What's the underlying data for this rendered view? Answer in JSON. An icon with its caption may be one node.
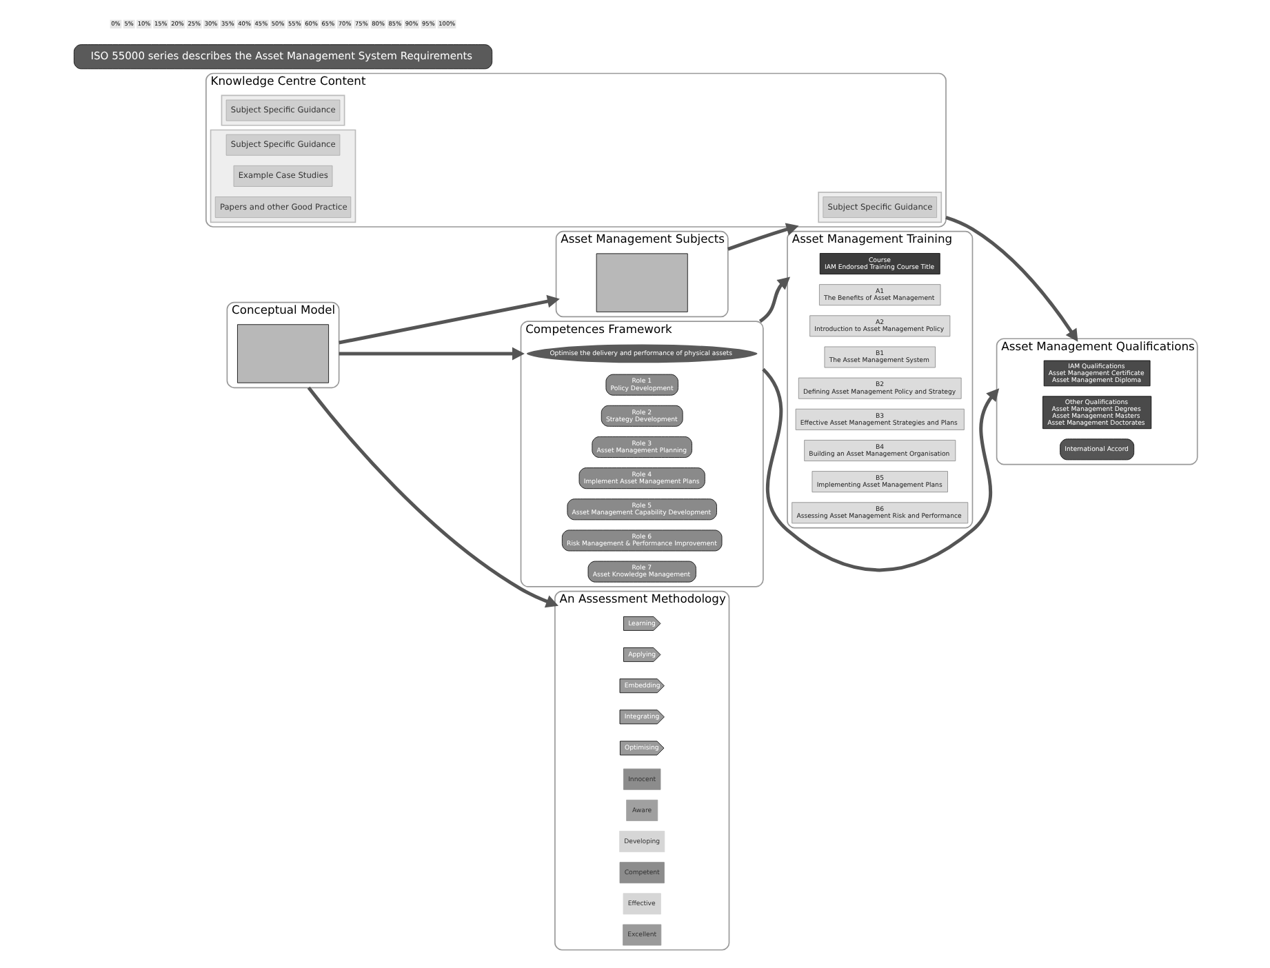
{
  "diagram": {
    "nodes": [
      {
        "text": [
          "Competences Framework"
        ]
      },
      {
        "text": [
          "Optimise the delivery and performance of physical assets"
        ],
        "in": 0
      },
      {
        "text": [
          "Role 1",
          "Policy Development"
        ],
        "in": 0
      },
      {
        "text": [
          "Role 2",
          "Strategy Development"
        ],
        "in": 0
      },
      {
        "text": [
          "Role 3",
          "Asset Management Planning"
        ],
        "in": 0
      },
      {
        "text": [
          "Role 4",
          "Implement Asset Management Plans"
        ],
        "in": 0
      },
      {
        "text": [
          "Role 5",
          "Asset Management Capability Development"
        ],
        "in": 0
      },
      {
        "text": [
          "Role 6",
          "Risk Management & Performance Improvement"
        ],
        "in": 0
      },
      {
        "text": [
          "Role 7",
          "Asset Knowledge Management"
        ],
        "in": 0
      },
      {
        "text": [
          "Asset Management Training"
        ]
      },
      {
        "text": [
          "Course",
          "IAM Endorsed Training Course Title"
        ],
        "in": 9
      },
      {
        "text": [
          "A1",
          "The Benefits of Asset Management"
        ],
        "in": 9
      },
      {
        "text": [
          "A2",
          "Introduction to Asset Management Policy"
        ],
        "in": 9
      },
      {
        "text": [
          "B1",
          "The Asset Management System"
        ],
        "in": 9
      },
      {
        "text": [
          "B2",
          "Defining Asset Management Policy and Strategy"
        ],
        "in": 9
      },
      {
        "text": [
          "B3",
          "Effective Asset Management Strategies and Plans"
        ],
        "in": 9
      },
      {
        "text": [
          "B4",
          "Building an Asset Management Organisation"
        ],
        "in": 9
      },
      {
        "text": [
          "B5",
          "Implementing Asset Management Plans"
        ],
        "in": 9
      },
      {
        "text": [
          "B6",
          "Assessing Asset Management Risk and Performance"
        ],
        "in": 9
      },
      {
        "text": [
          "Asset Management Qualifications"
        ]
      },
      {
        "text": [
          "IAM Qualifications",
          "Asset Management Certificate",
          "Asset Management Diploma"
        ],
        "in": 19
      },
      {
        "text": [
          "Other Qualifications",
          "Asset Management Degrees",
          "Asset Management Masters",
          "Asset Management Doctorates"
        ],
        "in": 19
      },
      {
        "text": [
          "International Accord"
        ],
        "in": 19
      },
      {
        "text": [
          "Conceptual Model"
        ]
      },
      {
        "text": [],
        "shape": "box",
        "in": 23
      },
      {
        "text": [
          "Asset Management Subjects"
        ]
      },
      {
        "text": [],
        "shape": "box",
        "in": 25
      },
      {
        "text": [
          "Knowledge Centre Content"
        ]
      },
      {
        "text": [],
        "shape": "box",
        "in": 27
      },
      {
        "text": [
          "Subject Specific Guidance"
        ],
        "in": 28
      },
      {
        "text": [],
        "shape": "box",
        "in": 27
      },
      {
        "text": [
          "Subject Specific Guidance"
        ],
        "in": 30
      },
      {
        "text": [],
        "shape": "box",
        "in": 27
      },
      {
        "text": [
          "Subject Specific Guidance"
        ],
        "in": 32
      },
      {
        "text": [
          "Example Case Studies"
        ],
        "in": 32
      },
      {
        "text": [
          "Papers and other Good Practice"
        ],
        "in": 32
      },
      {
        "text": [
          "An Assessment Methodology"
        ]
      },
      {
        "text": [
          "Learning"
        ],
        "in": 36
      },
      {
        "text": [
          "Applying"
        ],
        "in": 36
      },
      {
        "text": [
          "Embedding"
        ],
        "in": 36
      },
      {
        "text": [
          "Integrating"
        ],
        "in": 36
      },
      {
        "text": [
          "Optimising"
        ],
        "in": 36
      },
      {
        "text": [
          "Innocent"
        ],
        "in": 36
      },
      {
        "text": [
          "Aware"
        ],
        "in": 36
      },
      {
        "text": [
          "Developing"
        ],
        "in": 36
      },
      {
        "text": [
          "Competent"
        ],
        "in": 36
      },
      {
        "text": [
          "Effective"
        ],
        "in": 36
      },
      {
        "text": [
          "Excellent"
        ],
        "in": 36
      },
      {
        "text": [
          "ISO 55000 series describes the Asset Management System Requirements"
        ]
      }
    ],
    "edges": [
      {
        "from": 0,
        "to": 19,
        "arrow": "to"
      },
      {
        "from": 0,
        "to": 9,
        "arrow": "to"
      },
      {
        "from": 23,
        "to": 0,
        "arrow": "to"
      },
      {
        "from": 23,
        "to": 25,
        "arrow": "to"
      },
      {
        "from": 23,
        "to": 36,
        "arrow": "to"
      },
      {
        "from": 25,
        "to": 27,
        "arrow": "to"
      },
      {
        "from": 27,
        "to": 19,
        "arrow": "to"
      }
    ],
    "labels": [
      "0%",
      "5%",
      "10%",
      "15%",
      "20%",
      "25%",
      "30%",
      "35%",
      "40%",
      "45%",
      "50%",
      "55%",
      "60%",
      "65%",
      "70%",
      "75%",
      "80%",
      "85%",
      "90%",
      "95%",
      "100%"
    ]
  }
}
